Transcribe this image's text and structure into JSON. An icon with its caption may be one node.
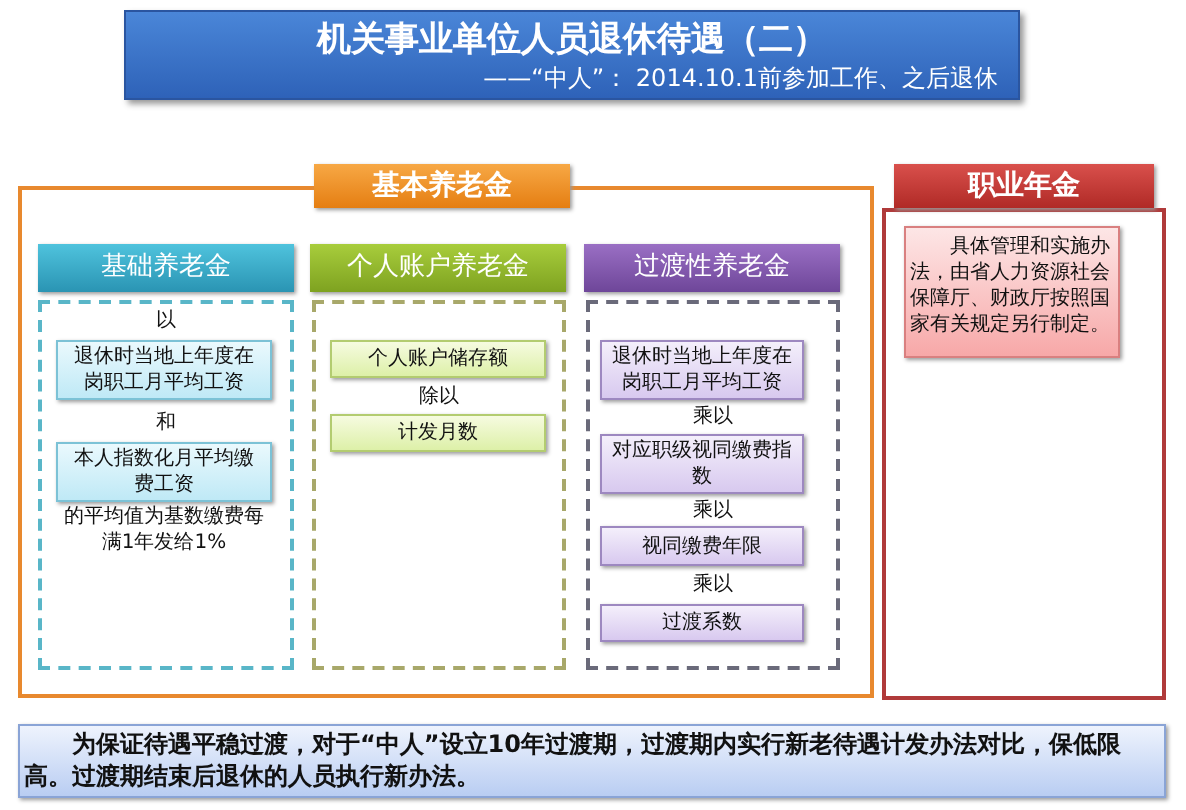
{
  "diagram": {
    "nodes": [
      {
        "text": [
          "机关事业单位人员退休待遇（二）",
          "——“中人”： 2014.10.1前参加工作、之后退休"
        ]
      },
      {
        "text": [
          "基本养老金"
        ]
      },
      {
        "text": [],
        "shape": "box"
      },
      {
        "text": [
          "职业年金"
        ]
      },
      {
        "text": [],
        "shape": "box"
      },
      {
        "text": [
          "基础养老金"
        ],
        "in": 2
      },
      {
        "text": [],
        "shape": "box",
        "in": 2
      },
      {
        "text": [
          "个人账户养老金"
        ],
        "in": 2
      },
      {
        "text": [],
        "shape": "box",
        "in": 2
      },
      {
        "text": [
          "过渡性养老金"
        ],
        "in": 2
      },
      {
        "text": [],
        "shape": "box",
        "in": 2
      },
      {
        "text": [
          "退休时当地上年度在岗职工月平均工资"
        ],
        "in": 6
      },
      {
        "text": [
          "本人指数化月平均缴费工资"
        ],
        "in": 6
      },
      {
        "text": [
          "个人账户储存额"
        ],
        "in": 8
      },
      {
        "text": [
          "计发月数"
        ],
        "in": 8
      },
      {
        "text": [
          "退休时当地上年度在岗职工月平均工资"
        ],
        "in": 10
      },
      {
        "text": [
          "对应职级视同缴费指数"
        ],
        "in": 10
      },
      {
        "text": [
          "视同缴费年限"
        ],
        "in": 10
      },
      {
        "text": [
          "过渡系数"
        ],
        "in": 10
      },
      {
        "text": [
          "具体管理和实施办法，由省人力资源社会保障厅、财政厅按照国家有关规定另行制定。"
        ],
        "in": 4
      },
      {
        "text": [
          "为保证待遇平稳过渡，对于“中人”设立10年过渡期，过渡期内实行新老待遇计发办法对比，保低限高。过渡期结束后退休的人员执行新办法。"
        ]
      }
    ],
    "labels": [
      "以",
      "和",
      "的平均值为基数缴费每满1年发给1%",
      "除以",
      "乘以",
      "乘以",
      "乘以"
    ]
  }
}
